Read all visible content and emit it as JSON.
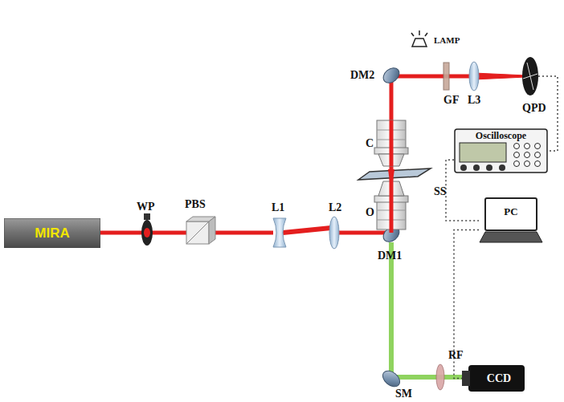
{
  "diagram": {
    "nodes": [
      {
        "text": [
          "MIRA"
        ]
      },
      {
        "text": [
          "Oscilloscope"
        ]
      },
      {
        "text": [
          "PC"
        ]
      },
      {
        "text": [
          "CCD"
        ]
      }
    ],
    "edges": [
      {
        "from": 1,
        "to": 2,
        "arrow": "none"
      },
      {
        "from": 2,
        "to": 3,
        "arrow": "none"
      }
    ],
    "labels": [
      "WP",
      "PBS",
      "L1",
      "L2",
      "DM1",
      "O",
      "SS",
      "C",
      "DM2",
      "LAMP",
      "GF",
      "L3",
      "QPD",
      "RF",
      "SM"
    ]
  }
}
